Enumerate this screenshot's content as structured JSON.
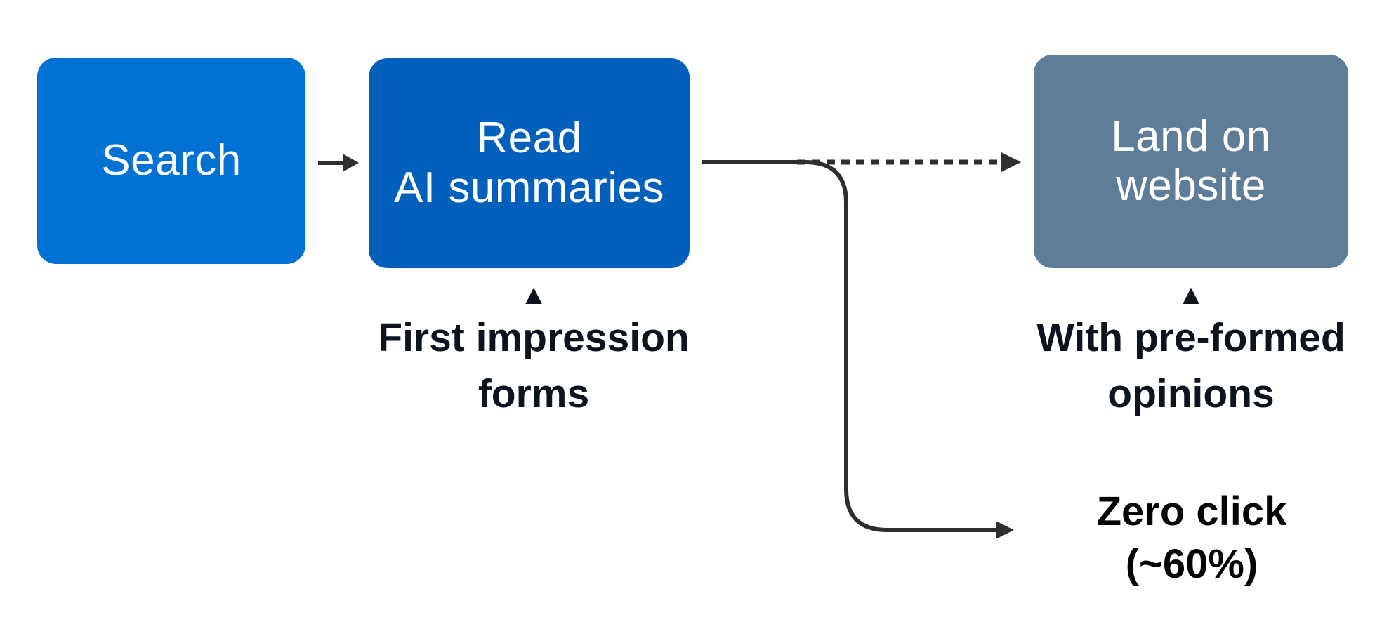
{
  "diagram": {
    "background": "#ffffff",
    "connector_color": "#2e2e2e",
    "annotation_color": "#0e141d",
    "outcome_color": "#050505",
    "nodes": [
      {
        "id": "search",
        "lines": [
          "Search"
        ],
        "color": "#0171d3",
        "text_color": "#ffffff"
      },
      {
        "id": "read-ai-summaries",
        "lines": [
          "Read",
          "AI summaries"
        ],
        "color": "#0060bb",
        "text_color": "#ffffff"
      },
      {
        "id": "land-on-website",
        "lines": [
          "Land on",
          "website"
        ],
        "color": "#5e7d99",
        "text_color": "#ffffff"
      }
    ],
    "edges": [
      {
        "id": "search-to-read",
        "from": "search",
        "to": "read-ai-summaries",
        "style": "solid-arrow"
      },
      {
        "id": "read-to-land",
        "from": "read-ai-summaries",
        "to": "land-on-website",
        "style": "dashed-arrow"
      },
      {
        "id": "read-to-zero-click",
        "from": "read-ai-summaries",
        "to": "zero-click",
        "style": "solid-curved-arrow"
      }
    ],
    "annotations": [
      {
        "id": "first-impression",
        "target": "read-ai-summaries",
        "marker_icon": "triangle-up-icon",
        "marker_glyph": "▲",
        "lines": [
          "First impression",
          "forms"
        ]
      },
      {
        "id": "pre-formed-opinions",
        "target": "land-on-website",
        "marker_icon": "triangle-up-icon",
        "marker_glyph": "▲",
        "lines": [
          "With pre-formed",
          "opinions"
        ]
      }
    ],
    "outcome": {
      "id": "zero-click",
      "lines": [
        "Zero click",
        "(~60%)"
      ]
    }
  }
}
